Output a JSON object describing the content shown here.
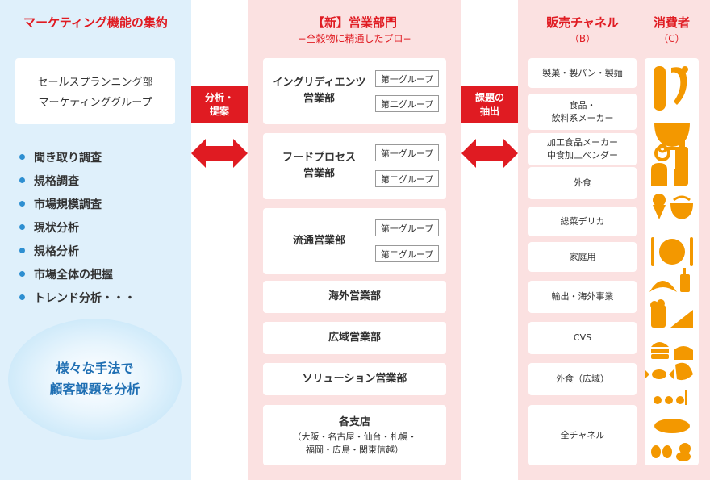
{
  "marketing": {
    "title": "マーケティング機能の集約",
    "card_lines": [
      "セールスプランニング部",
      "マーケティンググループ"
    ],
    "bullets": [
      "聞き取り調査",
      "規格調査",
      "市場規模調査",
      "現状分析",
      "規格分析",
      "市場全体の把握",
      "トレンド分析・・・"
    ],
    "ellipse_lines": [
      "様々な手法で",
      "顧客課題を分析"
    ]
  },
  "connector_left": {
    "label_lines": [
      "分析・",
      "提案"
    ]
  },
  "connector_right": {
    "label_lines": [
      "課題の",
      "抽出"
    ]
  },
  "sales": {
    "title": "【新】営業部門",
    "subtitle": "−全穀物に精通したプロ−",
    "departments": [
      {
        "name_lines": [
          "イングリディエンツ",
          "営業部"
        ],
        "groups": [
          "第一グループ",
          "第二グループ"
        ]
      },
      {
        "name_lines": [
          "フードプロセス",
          "営業部"
        ],
        "groups": [
          "第一グループ",
          "第二グループ"
        ]
      },
      {
        "name_lines": [
          "流通営業部"
        ],
        "groups": [
          "第一グループ",
          "第二グループ"
        ]
      },
      {
        "name_lines": [
          "海外営業部"
        ],
        "groups": []
      },
      {
        "name_lines": [
          "広域営業部"
        ],
        "groups": []
      },
      {
        "name_lines": [
          "ソリューション営業部"
        ],
        "groups": []
      }
    ],
    "branches": {
      "title": "各支店",
      "detail_lines": [
        "（大阪・名古屋・仙台・札幌・",
        "福岡・広島・関東信越）"
      ]
    }
  },
  "channel": {
    "title": "販売チャネル",
    "subtitle": "（B）",
    "items": [
      [
        "製菓・製パン・製麺"
      ],
      [
        "食品・",
        "飲料系メーカー"
      ],
      [
        "加工食品メーカー",
        "中食加工ベンダー"
      ],
      [
        "外食"
      ],
      [
        "総菜デリカ"
      ],
      [
        "家庭用"
      ],
      [
        "輸出・海外事業"
      ],
      [
        "CVS"
      ],
      [
        "外食（広域）"
      ],
      [
        "全チャネル"
      ]
    ]
  },
  "consumer": {
    "title": "消費者",
    "subtitle": "（C）",
    "icons": [
      "bread-icon",
      "shrimp-tempura-icon",
      "noodle-bowl-icon",
      "pretzel-icon",
      "bottle-icon",
      "toast-icon",
      "carton-icon",
      "ice-cream-icon",
      "pasta-icon",
      "plate-cutlery-icon",
      "croissant-icon",
      "juice-icon",
      "beer-icon",
      "pizza-icon",
      "burger-icon",
      "cake-icon",
      "candy-icon",
      "chicken-icon",
      "dumplings-icon",
      "pizza-pie-icon",
      "eggs-icon",
      "chick-icon"
    ],
    "accent": "#f39800"
  },
  "colors": {
    "red": "#e01b22",
    "blue": "#2e8fd1",
    "pink_bg": "#fbe1e1",
    "blue_bg": "#dff0fb"
  }
}
